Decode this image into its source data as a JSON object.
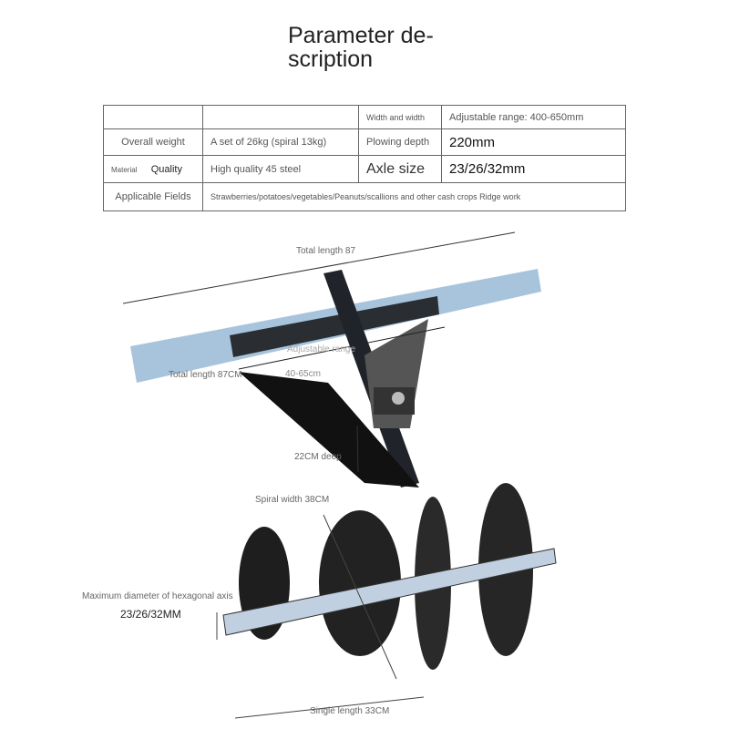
{
  "title": {
    "line1": "Parameter de-",
    "line2": "scription"
  },
  "specs": [
    {
      "label": "",
      "value": "",
      "label2": "Width and width",
      "value2": "Adjustable range: 400-650mm"
    },
    {
      "label": "Overall weight",
      "value": "A set of 26kg (spiral 13kg)",
      "label2": "Plowing depth",
      "value2": "220mm"
    },
    {
      "label": "Material",
      "label_b": "Quality",
      "value": "High quality 45 steel",
      "label2": "Axle size",
      "value2": "23/26/32mm"
    },
    {
      "label": "Applicable Fields",
      "value": "Strawberries/potatoes/vegetables/Peanuts/scallions and other cash crops Ridge work"
    }
  ],
  "annotations": {
    "total_length_top": "Total length 87",
    "adjustable_range": "Adjustable range",
    "total_length_cm": "Total length 87CM",
    "range_cm": "40-65cm",
    "depth": "22CM deep",
    "spiral_width": "Spiral width 38CM",
    "hex_axis": "Maximum diameter of hexagonal axis",
    "axis_sizes": "23/26/32MM",
    "single_length": "Single length 33CM"
  }
}
